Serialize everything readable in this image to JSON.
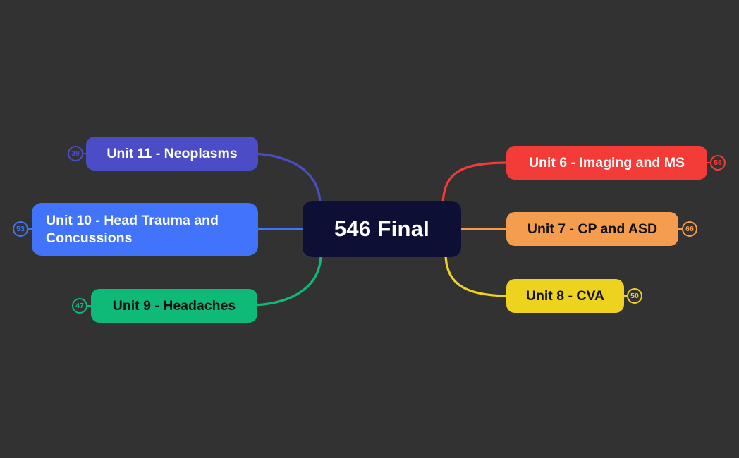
{
  "canvas": {
    "background": "#323232"
  },
  "root": {
    "label": "546 Final",
    "bg": "#0d1034",
    "text_color": "#ffffff"
  },
  "branches": [
    {
      "id": "unit11",
      "label": "Unit 11 - Neoplasms",
      "count": "39",
      "color": "#4b4dc7",
      "text_color": "#ffffff",
      "side": "left"
    },
    {
      "id": "unit10",
      "label": "Unit 10 - Head Trauma and Concussions",
      "count": "53",
      "color": "#4274fb",
      "text_color": "#ffffff",
      "side": "left"
    },
    {
      "id": "unit9",
      "label": "Unit 9 - Headaches",
      "count": "47",
      "color": "#0fba79",
      "text_color": "#111111",
      "side": "left"
    },
    {
      "id": "unit6",
      "label": "Unit 6 - Imaging and MS",
      "count": "56",
      "color": "#f33c38",
      "text_color": "#ffffff",
      "side": "right"
    },
    {
      "id": "unit7",
      "label": "Unit 7 - CP and ASD",
      "count": "66",
      "color": "#f49d4f",
      "text_color": "#111111",
      "side": "right"
    },
    {
      "id": "unit8",
      "label": "Unit 8 - CVA",
      "count": "50",
      "color": "#eed31e",
      "text_color": "#111111",
      "side": "right"
    }
  ]
}
